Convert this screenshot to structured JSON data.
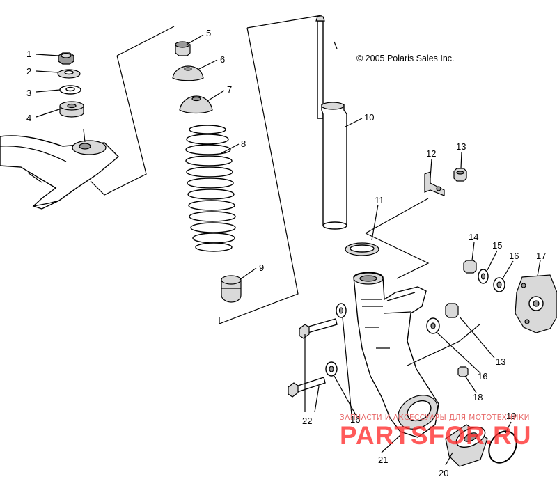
{
  "copyright": "© 2005 Polaris Sales Inc.",
  "callouts": {
    "c1": "1",
    "c2": "2",
    "c3": "3",
    "c4": "4",
    "c5": "5",
    "c6": "6",
    "c7": "7",
    "c8": "8",
    "c9": "9",
    "c10": "10",
    "c11": "11",
    "c12": "12",
    "c13a": "13",
    "c13b": "13",
    "c14": "14",
    "c15": "15",
    "c16a": "16",
    "c16b": "16",
    "c16c": "16",
    "c17": "17",
    "c18": "18",
    "c19": "19",
    "c20": "20",
    "c21": "21",
    "c22": "22"
  },
  "watermark": {
    "subtitle": "ЗАПЧАСТИ И АКСЕССУАРЫ ДЛЯ МОТОТЕХНИКИ",
    "brand": "PARTSFOR.RU"
  },
  "colors": {
    "line": "#000000",
    "watermark": "#ff2b2b"
  }
}
